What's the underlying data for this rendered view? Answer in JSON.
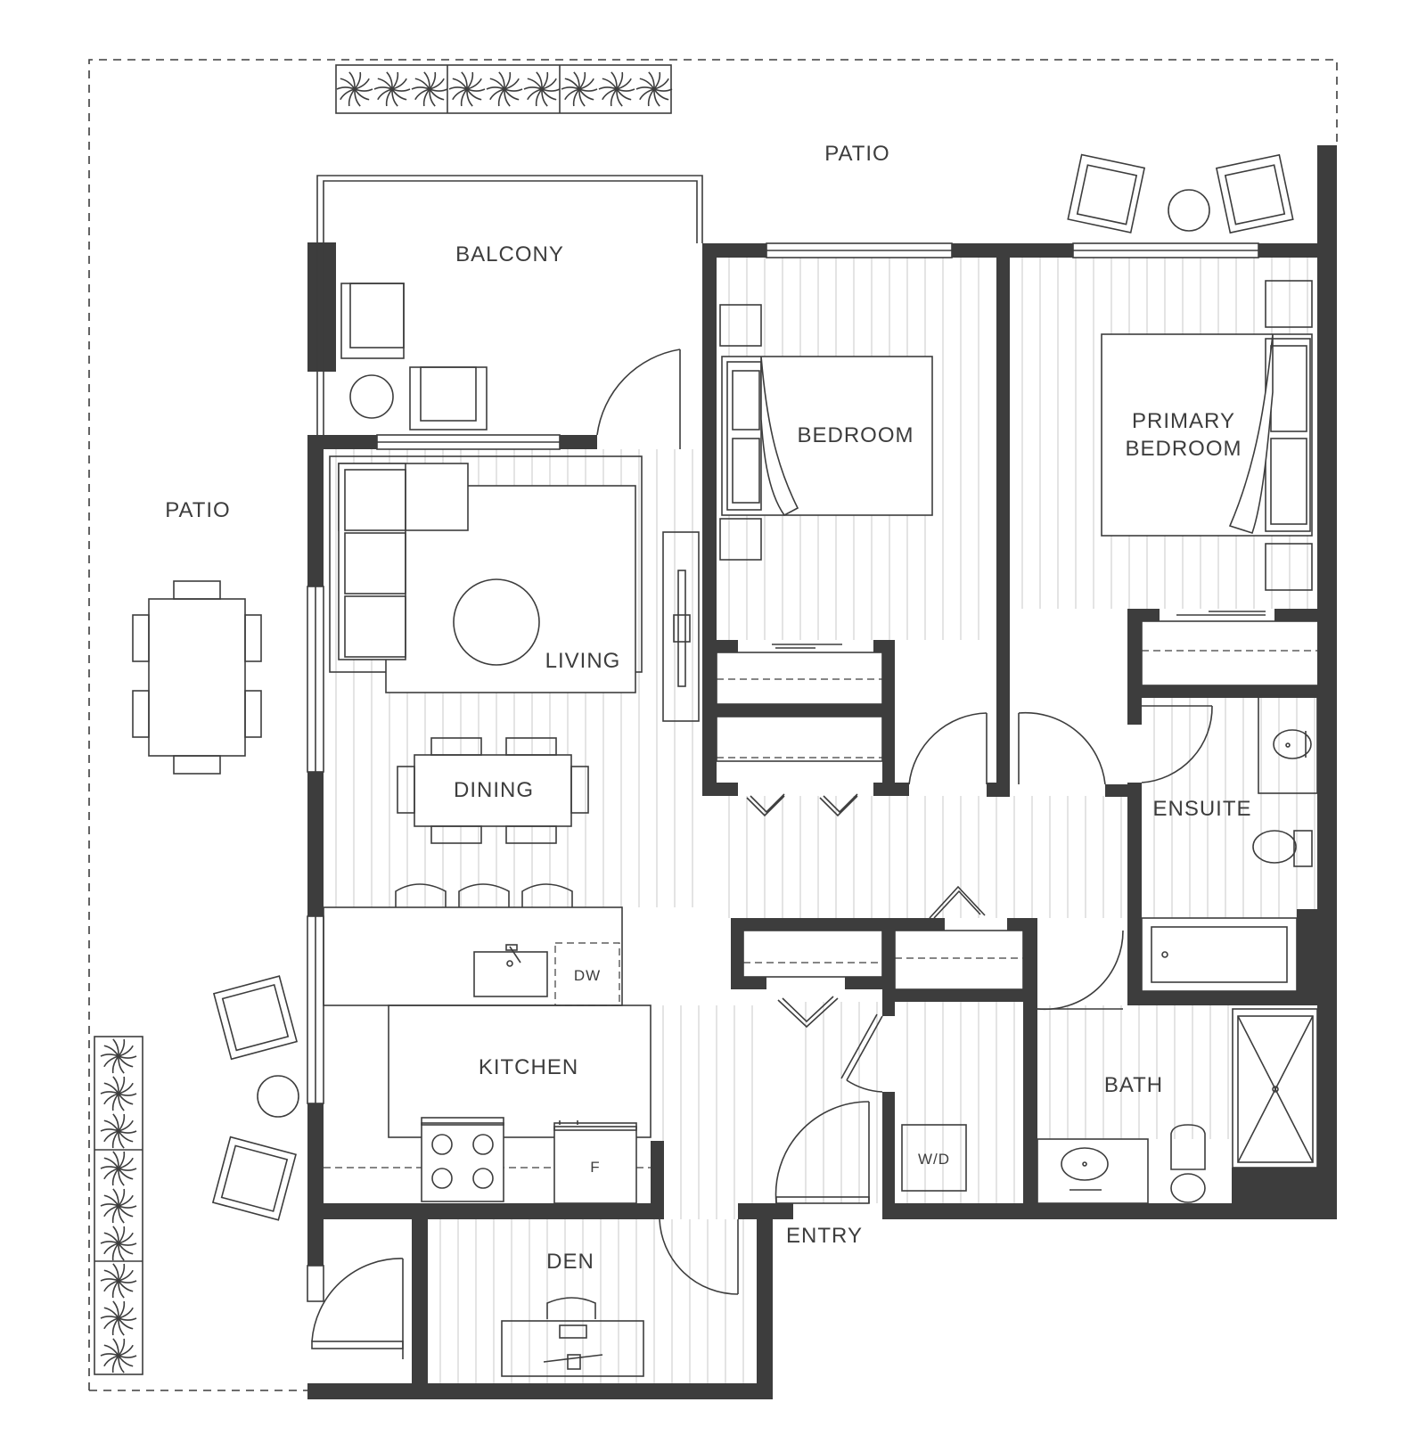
{
  "rooms": {
    "patio_top": "PATIO",
    "patio_left": "PATIO",
    "balcony": "BALCONY",
    "bedroom": "BEDROOM",
    "primary_bedroom_line1": "PRIMARY",
    "primary_bedroom_line2": "BEDROOM",
    "living": "LIVING",
    "dining": "DINING",
    "ensuite": "ENSUITE",
    "kitchen": "KITCHEN",
    "bath": "BATH",
    "entry": "ENTRY",
    "den": "DEN"
  },
  "appliances": {
    "dishwasher": "DW",
    "fridge": "F",
    "washer_dryer": "W/D"
  },
  "colors": {
    "wall": "#3d3d3d",
    "floor_lines": "#c9c9c9",
    "background": "#ffffff"
  }
}
